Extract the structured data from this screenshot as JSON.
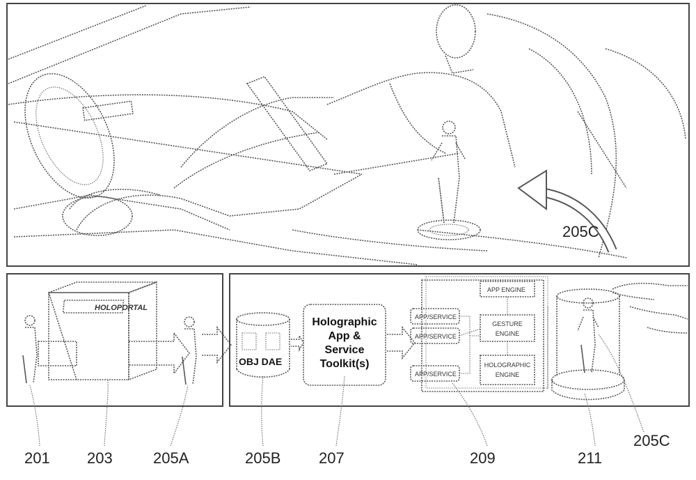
{
  "labels": {
    "ref_205C_top": "205C",
    "ref_201": "201",
    "ref_203": "203",
    "ref_205A": "205A",
    "ref_205B": "205B",
    "ref_207": "207",
    "ref_209": "209",
    "ref_211": "211",
    "ref_205C_bottom": "205C"
  },
  "box_203": {
    "title": "HOLOPORTAL"
  },
  "database_205B": {
    "formats": "OBJ DAE"
  },
  "toolkit_207": {
    "line1": "Holographic",
    "line2": "App &",
    "line3": "Service",
    "line4": "Toolkit(s)"
  },
  "engine_stack_209": {
    "services": [
      "APP/SERVICE",
      "APP/SERVICE",
      "APP/SERVICE"
    ],
    "engines": {
      "app": "APP ENGINE",
      "gesture_1": "GESTURE",
      "gesture_2": "ENGINE",
      "holo_1": "HOLOGRAPHIC",
      "holo_2": "ENGINE"
    }
  },
  "colors": {
    "line": "#555555",
    "frame": "#444444",
    "text": "#222222"
  }
}
